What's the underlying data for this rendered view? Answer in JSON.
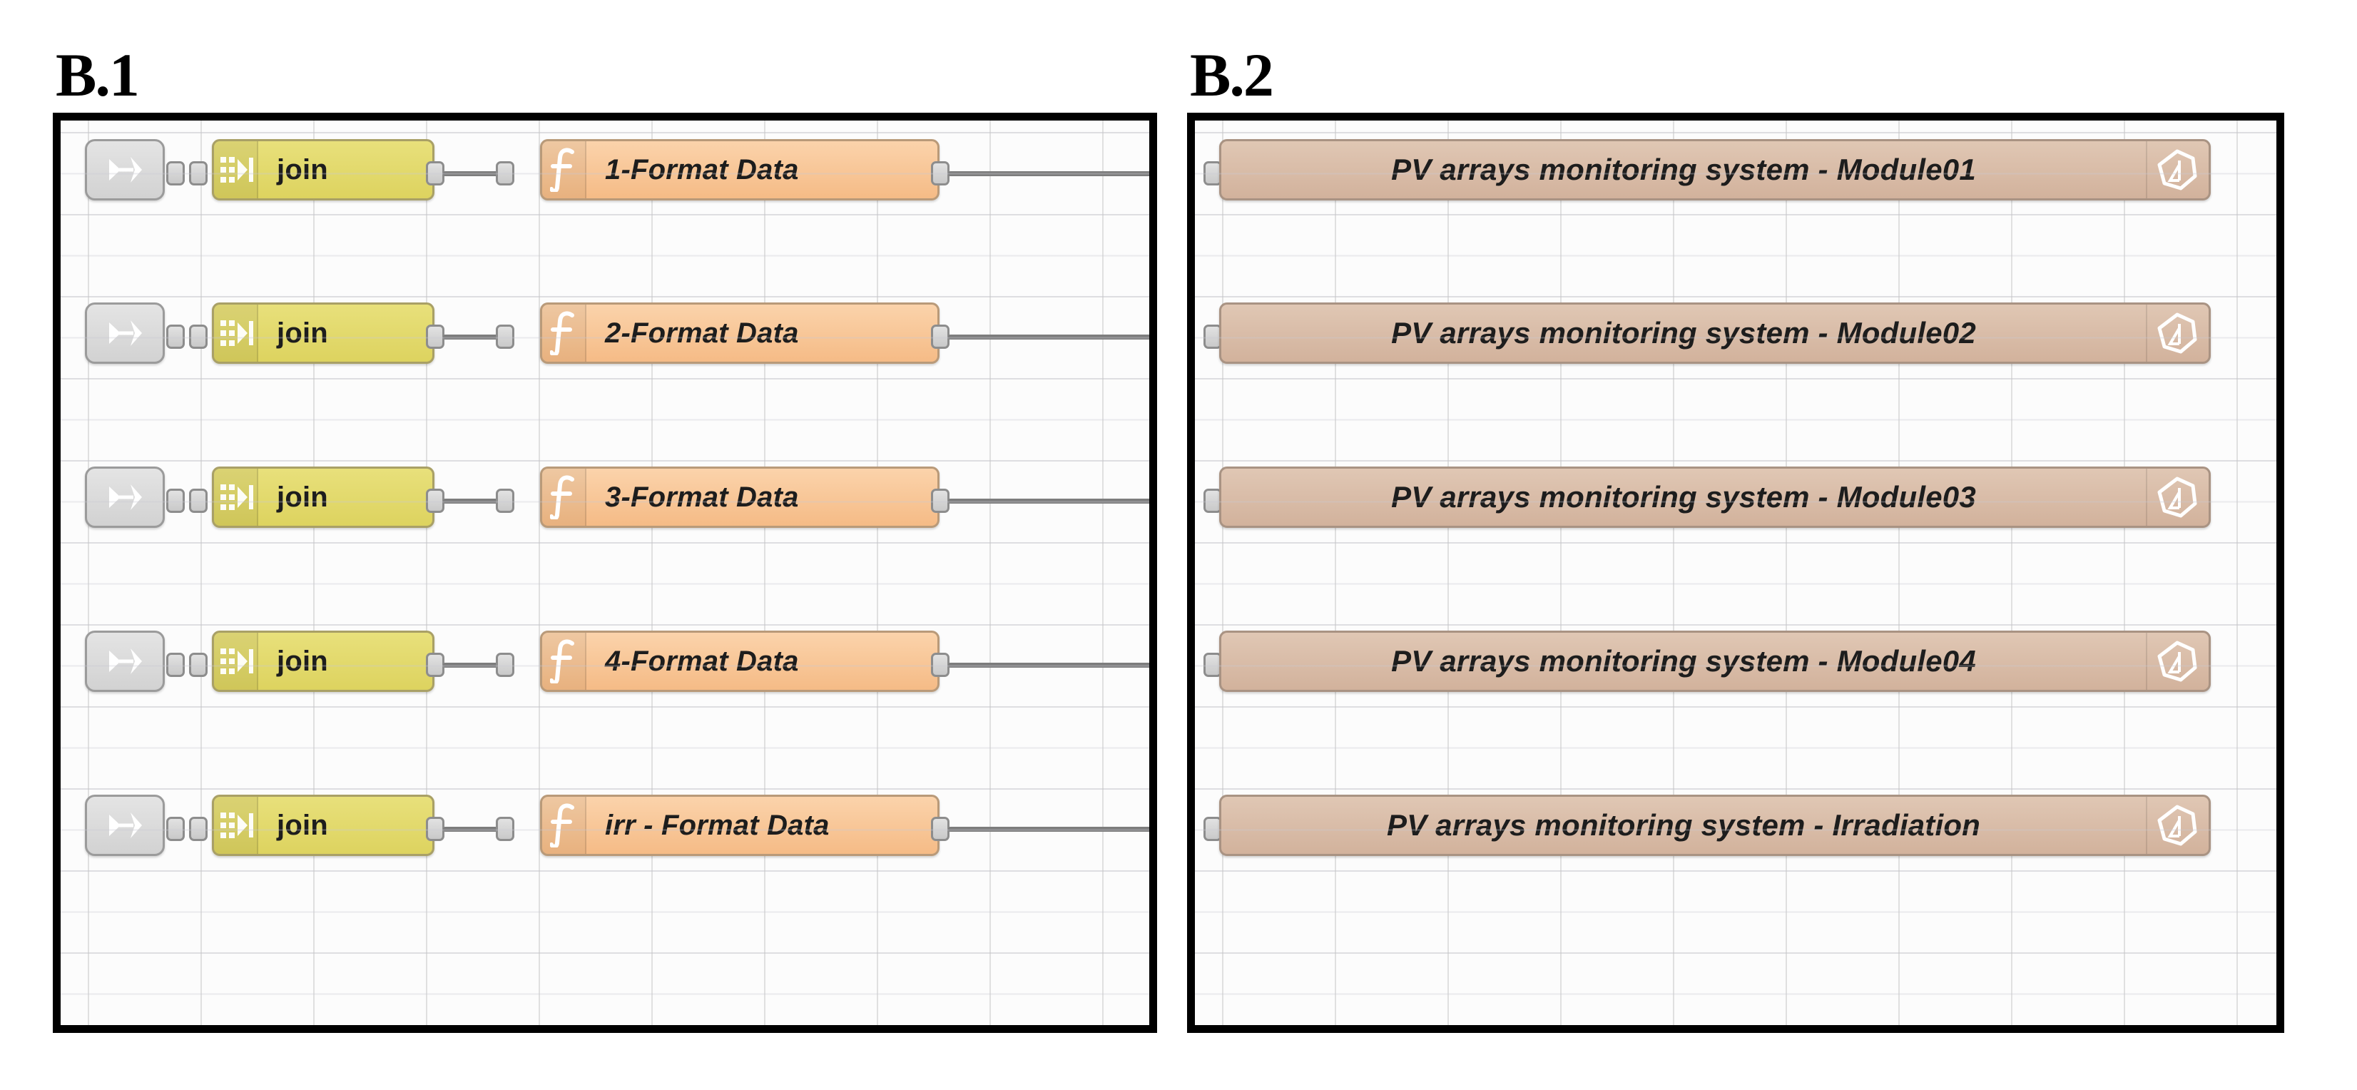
{
  "panels": [
    {
      "caption": "B.1",
      "name": "node-red-flow-panel-left",
      "rows": [
        {
          "link_in": {
            "icon": "link-in-icon",
            "label": ""
          },
          "join": {
            "icon": "join-icon",
            "label": "join"
          },
          "function": {
            "icon": "function-icon",
            "label": "1-Format Data"
          }
        },
        {
          "link_in": {
            "icon": "link-in-icon",
            "label": ""
          },
          "join": {
            "icon": "join-icon",
            "label": "join"
          },
          "function": {
            "icon": "function-icon",
            "label": "2-Format Data"
          }
        },
        {
          "link_in": {
            "icon": "link-in-icon",
            "label": ""
          },
          "join": {
            "icon": "join-icon",
            "label": "join"
          },
          "function": {
            "icon": "function-icon",
            "label": "3-Format Data"
          }
        },
        {
          "link_in": {
            "icon": "link-in-icon",
            "label": ""
          },
          "join": {
            "icon": "join-icon",
            "label": "join"
          },
          "function": {
            "icon": "function-icon",
            "label": "4-Format Data"
          }
        },
        {
          "link_in": {
            "icon": "link-in-icon",
            "label": ""
          },
          "join": {
            "icon": "join-icon",
            "label": "join"
          },
          "function": {
            "icon": "function-icon",
            "label": "irr - Format Data"
          }
        }
      ]
    },
    {
      "caption": "B.2",
      "name": "node-red-flow-panel-right",
      "rows": [
        {
          "mqtt": {
            "icon": "mqtt-icon",
            "label": "PV arrays monitoring system - Module01"
          }
        },
        {
          "mqtt": {
            "icon": "mqtt-icon",
            "label": "PV arrays monitoring system - Module02"
          }
        },
        {
          "mqtt": {
            "icon": "mqtt-icon",
            "label": "PV arrays monitoring system - Module03"
          }
        },
        {
          "mqtt": {
            "icon": "mqtt-icon",
            "label": "PV arrays monitoring system - Module04"
          }
        },
        {
          "mqtt": {
            "icon": "mqtt-icon",
            "label": "PV arrays monitoring system - Irradiation"
          }
        }
      ]
    }
  ],
  "colors": {
    "link_in_node": "#d8d8d8",
    "join_node": "#e2d96e",
    "function_node": "#f7c595",
    "mqtt_node": "#d9bda9",
    "port": "#d4d4d4",
    "wire": "#7d7d7d",
    "frame": "#000000",
    "canvas": "#fcfcfc"
  }
}
